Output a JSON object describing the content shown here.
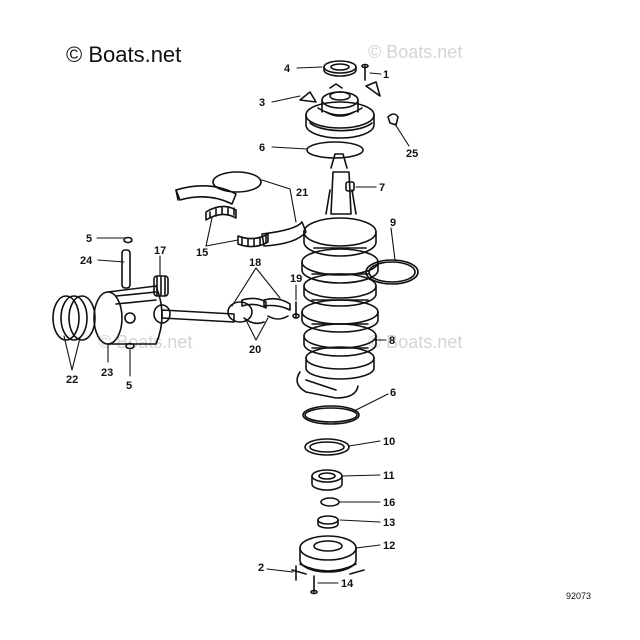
{
  "copyright": "© Boats.net",
  "watermark": "© Boats.net",
  "drawing_number": "92073",
  "callouts": {
    "c1": "1",
    "c2": "2",
    "c3": "3",
    "c4": "4",
    "c5a": "5",
    "c5b": "5",
    "c6a": "6",
    "c6b": "6",
    "c7": "7",
    "c8": "8",
    "c9": "9",
    "c10": "10",
    "c11": "11",
    "c12": "12",
    "c13": "13",
    "c14": "14",
    "c15": "15",
    "c16": "16",
    "c17": "17",
    "c18": "18",
    "c19": "19",
    "c20": "20",
    "c21": "21",
    "c22": "22",
    "c23": "23",
    "c24": "24",
    "c25": "25"
  }
}
